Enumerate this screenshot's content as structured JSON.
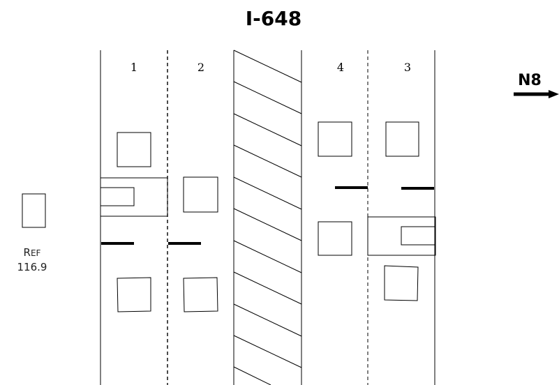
{
  "title": "I-648",
  "lanes": [
    {
      "number": "1"
    },
    {
      "number": "2"
    },
    {
      "number": "4"
    },
    {
      "number": "3"
    }
  ],
  "reference": {
    "label_first": "R",
    "label_rest": "EF",
    "value": "116.9"
  },
  "north_arrow": {
    "label": "N8"
  }
}
